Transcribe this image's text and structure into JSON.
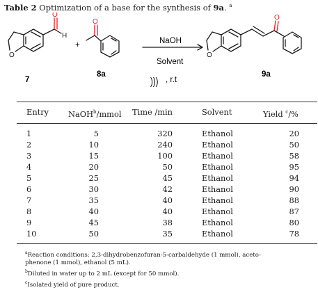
{
  "caption": {
    "label": "Table 2",
    "text": " Optimization of a base for the synthesis of ",
    "compound": "9a",
    "suffix": ". ",
    "footmark": "a"
  },
  "scheme": {
    "reactant1_label": "7",
    "reactant2_label": "8a",
    "product_label": "9a",
    "reagent_above": "NaOH",
    "reagent_below": "Solvent",
    "ultrasound_symbol": ")))",
    "conditions": ", r.t",
    "plus": "+",
    "atom_O": "O",
    "atom_H": "H"
  },
  "table": {
    "headers": {
      "entry": "Entry",
      "naoh": "NaOH",
      "naoh_mark": "b",
      "naoh_unit": "/mmol",
      "time": "Time /min",
      "solvent": "Solvent",
      "yield": "Yield",
      "yield_mark": "c",
      "yield_unit": "/%"
    },
    "rows": [
      {
        "entry": "1",
        "naoh": "5",
        "time": "320",
        "solvent": "Ethanol",
        "yield": "20"
      },
      {
        "entry": "2",
        "naoh": "10",
        "time": "240",
        "solvent": "Ethanol",
        "yield": "50"
      },
      {
        "entry": "3",
        "naoh": "15",
        "time": "100",
        "solvent": "Ethanol",
        "yield": "58"
      },
      {
        "entry": "4",
        "naoh": "20",
        "time": "50",
        "solvent": "Ethanol",
        "yield": "95"
      },
      {
        "entry": "5",
        "naoh": "25",
        "time": "45",
        "solvent": "Ethanol",
        "yield": "94"
      },
      {
        "entry": "6",
        "naoh": "30",
        "time": "42",
        "solvent": "Ethanol",
        "yield": "90"
      },
      {
        "entry": "7",
        "naoh": "35",
        "time": "40",
        "solvent": "Ethanol",
        "yield": "88"
      },
      {
        "entry": "8",
        "naoh": "40",
        "time": "40",
        "solvent": "Ethanol",
        "yield": "87"
      },
      {
        "entry": "9",
        "naoh": "45",
        "time": "38",
        "solvent": "Ethanol",
        "yield": "80"
      },
      {
        "entry": "10",
        "naoh": "50",
        "time": "35",
        "solvent": "Ethanol",
        "yield": "78"
      }
    ]
  },
  "footnotes": [
    {
      "mark": "a",
      "line1": "Reaction conditions: 2,3-dihydrobenzofuran-5-carbaldehyde (1 mmol), aceto-",
      "line2": "phenone (1 mmol), ethanol (5 mL)."
    },
    {
      "mark": "b",
      "line1": "Diluted in water up to 2 mL (except for 50 mmol)."
    },
    {
      "mark": "c",
      "line1": "Isolated yield of pure product."
    }
  ],
  "colors": {
    "oxygen": "#e8202a",
    "bond": "#1a1a1a",
    "text": "#1a1a1a"
  }
}
